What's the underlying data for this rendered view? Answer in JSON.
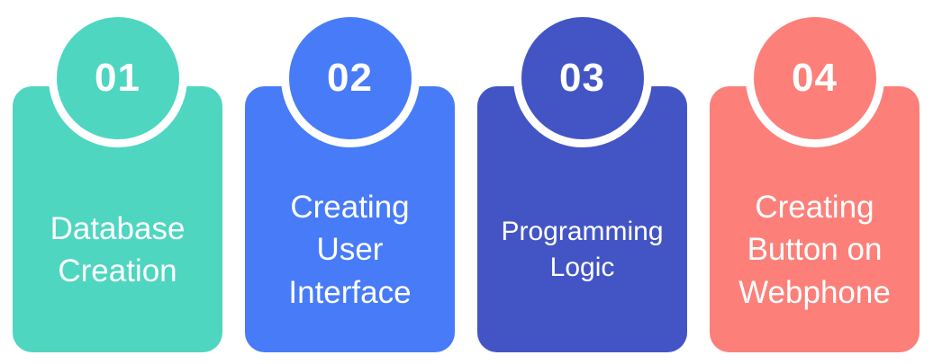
{
  "figure": {
    "background_color": "#ffffff",
    "text_color": "#ffffff",
    "steps": [
      {
        "number": "01",
        "title": "Database Creation",
        "color": "#4ED6C1"
      },
      {
        "number": "02",
        "title": "Creating User Interface",
        "color": "#477BF8"
      },
      {
        "number": "03",
        "title": "Programming Logic",
        "color": "#4355C5"
      },
      {
        "number": "04",
        "title": "Creating Button on Webphone",
        "color": "#FC8079"
      }
    ]
  }
}
